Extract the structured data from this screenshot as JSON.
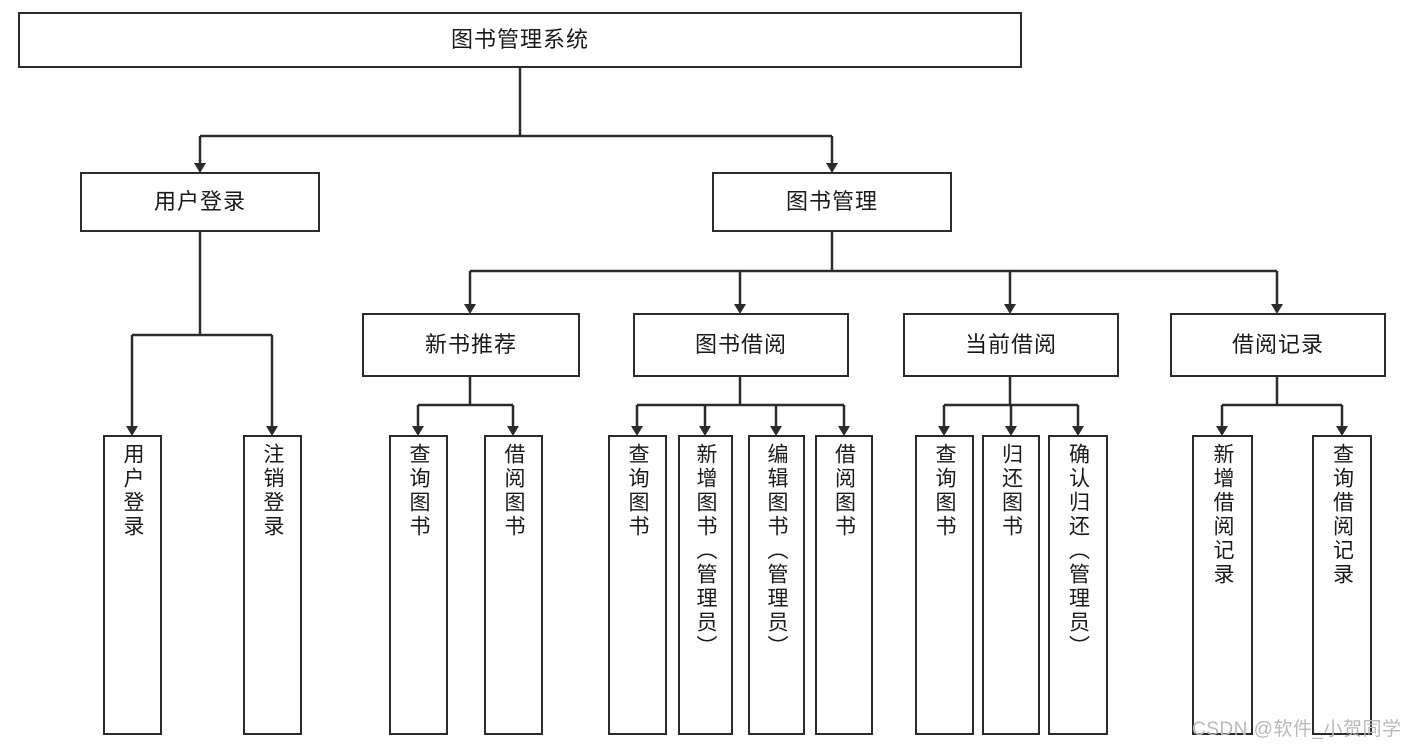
{
  "diagram": {
    "title": "图书管理系统",
    "type": "tree-hierarchy-chart",
    "root": {
      "id": "root",
      "label": "图书管理系统"
    },
    "level1": [
      {
        "id": "user-login",
        "label": "用户登录"
      },
      {
        "id": "book-manage",
        "label": "图书管理"
      }
    ],
    "level2": [
      {
        "id": "new-book-recommend",
        "label": "新书推荐",
        "parent": "book-manage"
      },
      {
        "id": "book-borrow",
        "label": "图书借阅",
        "parent": "book-manage"
      },
      {
        "id": "current-borrow",
        "label": "当前借阅",
        "parent": "book-manage"
      },
      {
        "id": "borrow-record",
        "label": "借阅记录",
        "parent": "book-manage"
      }
    ],
    "leaves": [
      {
        "id": "leaf-user-login",
        "label": "用户登录",
        "parent": "user-login"
      },
      {
        "id": "leaf-logout",
        "label": "注销登录",
        "parent": "user-login"
      },
      {
        "id": "leaf-query-book-1",
        "label": "查询图书",
        "parent": "new-book-recommend"
      },
      {
        "id": "leaf-borrow-book-1",
        "label": "借阅图书",
        "parent": "new-book-recommend"
      },
      {
        "id": "leaf-query-book-2",
        "label": "查询图书",
        "parent": "book-borrow"
      },
      {
        "id": "leaf-add-book",
        "label": "新增图书（管理员）",
        "parent": "book-borrow"
      },
      {
        "id": "leaf-edit-book",
        "label": "编辑图书（管理员）",
        "parent": "book-borrow"
      },
      {
        "id": "leaf-borrow-book-2",
        "label": "借阅图书",
        "parent": "book-borrow"
      },
      {
        "id": "leaf-query-book-3",
        "label": "查询图书",
        "parent": "current-borrow"
      },
      {
        "id": "leaf-return-book",
        "label": "归还图书",
        "parent": "current-borrow"
      },
      {
        "id": "leaf-confirm-return",
        "label": "确认归还（管理员）",
        "parent": "current-borrow"
      },
      {
        "id": "leaf-add-record",
        "label": "新增借阅记录",
        "parent": "borrow-record"
      },
      {
        "id": "leaf-query-record",
        "label": "查询借阅记录",
        "parent": "borrow-record"
      }
    ],
    "watermark": "CSDN @软件_小贺同学",
    "colors": {
      "stroke": "#2b2b2b",
      "background": "#ffffff",
      "text": "#1a1a1a",
      "watermark": "#b9b9b9"
    }
  }
}
